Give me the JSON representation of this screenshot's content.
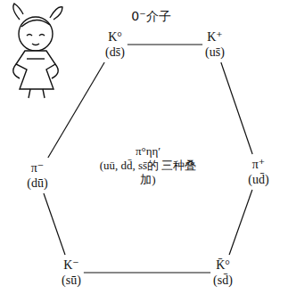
{
  "diagram": {
    "title": "0⁻介子",
    "nodes": [
      {
        "text": [
          "K°",
          "(ds̄)"
        ]
      },
      {
        "text": [
          "K⁺",
          "(us̄)"
        ]
      },
      {
        "text": [
          "π⁻",
          "(dū)"
        ]
      },
      {
        "text": [
          "π°ηη′",
          "(uū, dd̄, ss̄的 三种叠加)"
        ]
      },
      {
        "text": [
          "π⁺",
          "(ud̄)"
        ]
      },
      {
        "text": [
          "K⁻",
          "(sū)"
        ]
      },
      {
        "text": [
          "K̄°",
          "(sd̄)"
        ]
      }
    ],
    "edges": [
      {
        "from": 0,
        "to": 1,
        "arrow": "none"
      },
      {
        "from": 1,
        "to": 4,
        "arrow": "none"
      },
      {
        "from": 4,
        "to": 6,
        "arrow": "none"
      },
      {
        "from": 6,
        "to": 5,
        "arrow": "none"
      },
      {
        "from": 5,
        "to": 2,
        "arrow": "none"
      },
      {
        "from": 2,
        "to": 0,
        "arrow": "none"
      }
    ]
  }
}
